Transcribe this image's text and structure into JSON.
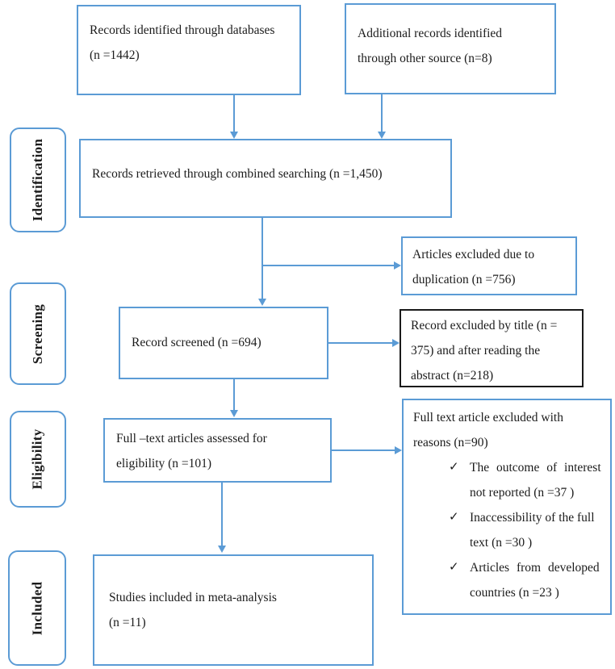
{
  "colors": {
    "accent": "#5B9BD5",
    "dark_border": "#1a1a1a",
    "text": "#1b1b1b"
  },
  "stages": [
    {
      "label": "Identification"
    },
    {
      "label": "Screening"
    },
    {
      "label": "Eligibility"
    },
    {
      "label": "Included"
    }
  ],
  "boxes": {
    "identified": {
      "lines": [
        "Records identified through databases",
        "(n =1442)"
      ]
    },
    "additional": {
      "lines": [
        "Additional records identified",
        "through other source (n=8)"
      ]
    },
    "combined": {
      "lines": [
        "Records retrieved through combined searching (n =1,450)"
      ]
    },
    "duplication": {
      "lines": [
        "Articles excluded due to",
        "duplication (n =756)"
      ]
    },
    "screened": {
      "lines": [
        "Record screened (n =694)"
      ]
    },
    "title_excluded": {
      "lines": [
        "Record excluded by title (n =",
        "375) and after reading the",
        "abstract (n=218)"
      ]
    },
    "fulltext": {
      "lines": [
        "Full –text articles assessed for",
        "eligibility (n =101)"
      ]
    },
    "reasons": {
      "title_lines": [
        "Full text article excluded with",
        "reasons (n=90)"
      ],
      "check_icon": "✓",
      "items": [
        {
          "lines": [
            "The outcome of interest",
            "not reported (n =37 )"
          ]
        },
        {
          "lines": [
            "Inaccessibility of the full",
            "text  (n =30 )"
          ]
        },
        {
          "lines": [
            "Articles from developed",
            "countries (n =23 )"
          ]
        }
      ]
    },
    "included": {
      "lines": [
        "Studies included in meta-analysis",
        "(n =11)"
      ]
    }
  }
}
